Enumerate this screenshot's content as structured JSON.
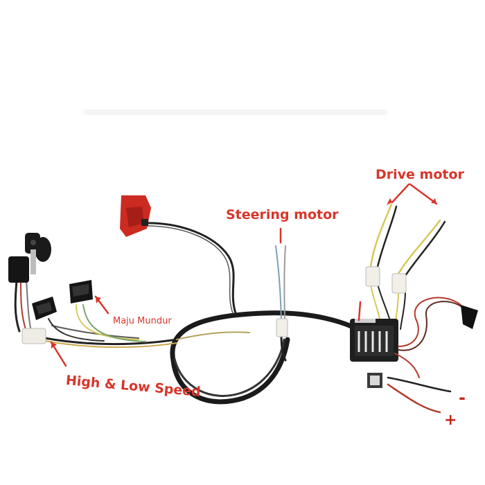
{
  "photo": {
    "subject": "Ride-on car wiring harness",
    "labels": {
      "drive_motor": "Drive motor",
      "steering_motor": "Steering motor",
      "maju_mundur": "Maju Mundur",
      "speed": "High & Low Speed",
      "negative": "-",
      "positive": "+"
    },
    "colors": {
      "annotation": "#d8352a",
      "pedal": "#cc2b22",
      "cable": "#1b1b1b",
      "wire_yellow": "#d6c85a",
      "wire_red": "#b23a2a"
    }
  }
}
